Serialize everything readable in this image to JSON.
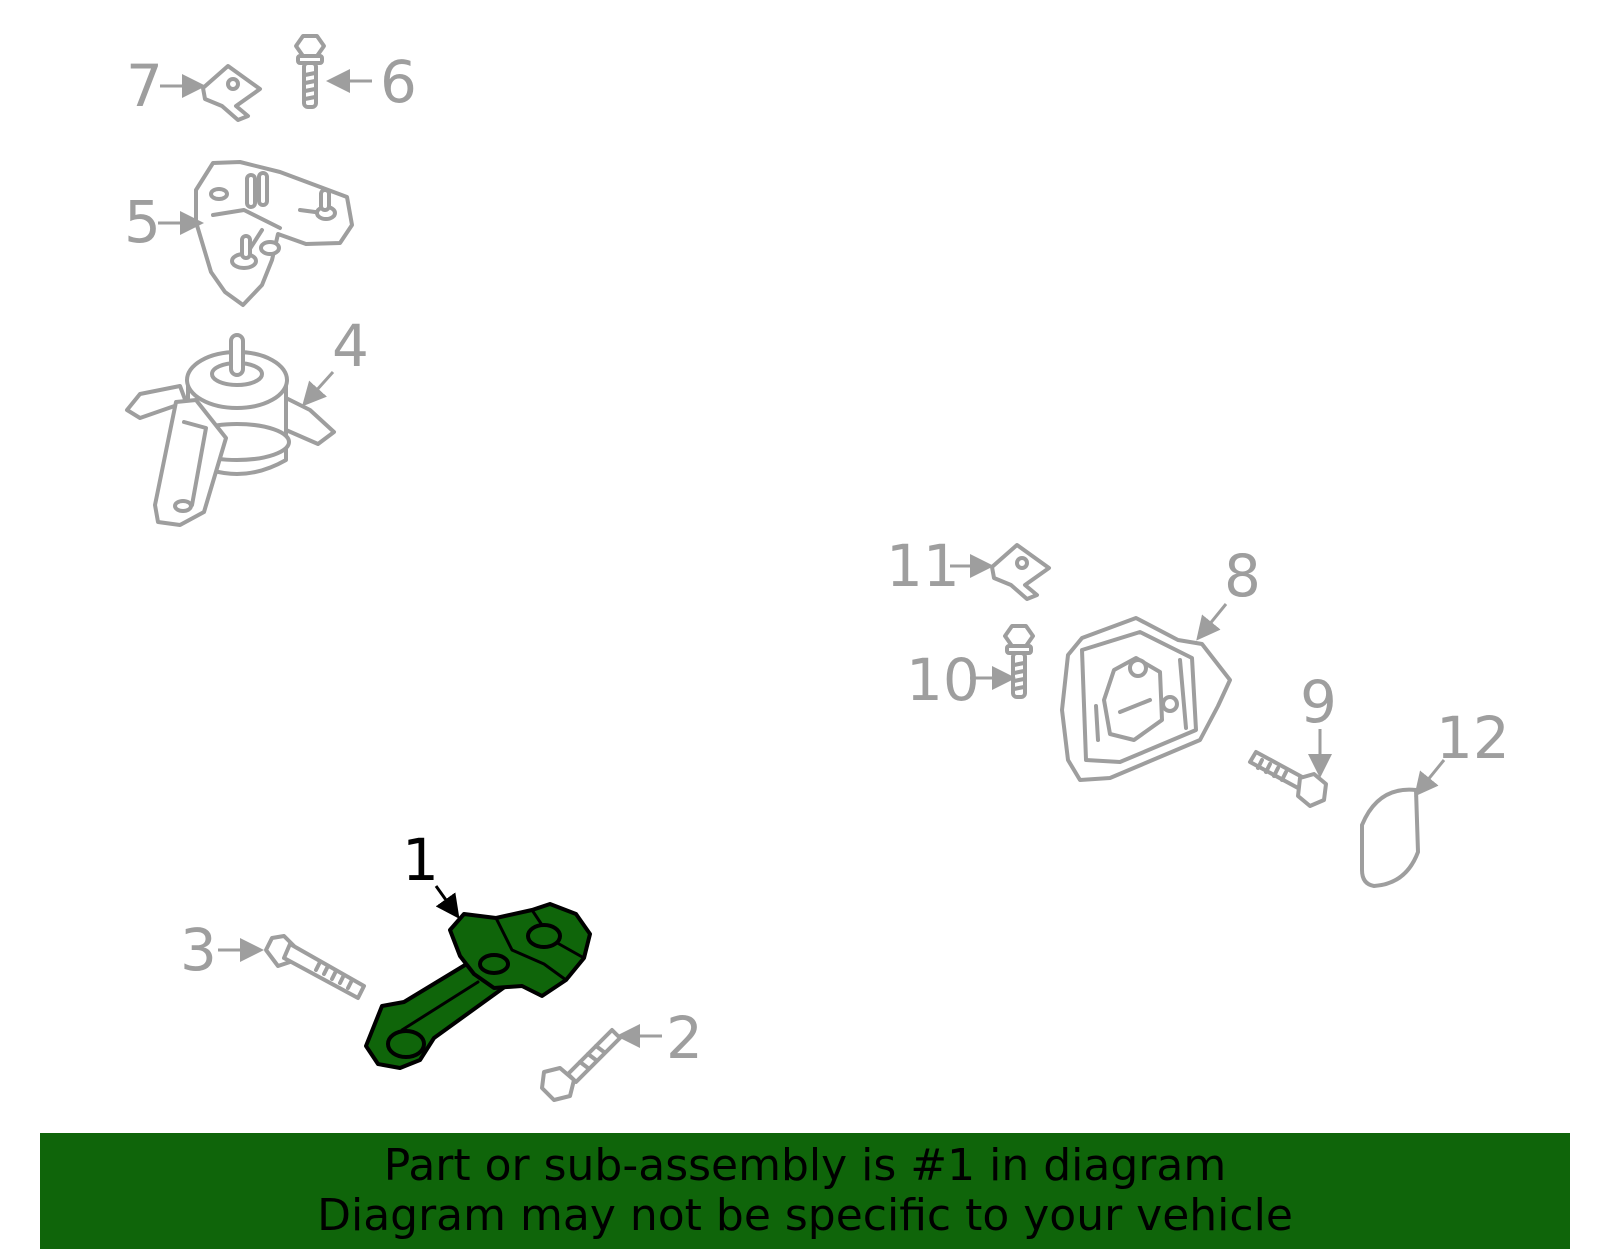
{
  "diagram": {
    "highlighted_part": "1",
    "colors": {
      "highlight": "#0f650a",
      "highlight_label": "#000000",
      "part_line": "#9e9e9e",
      "banner_background": "#0f650a",
      "banner_text": "#000000",
      "background": "#ffffff"
    },
    "callouts": [
      {
        "id": "1",
        "label": "1",
        "highlighted": true
      },
      {
        "id": "2",
        "label": "2",
        "highlighted": false
      },
      {
        "id": "3",
        "label": "3",
        "highlighted": false
      },
      {
        "id": "4",
        "label": "4",
        "highlighted": false
      },
      {
        "id": "5",
        "label": "5",
        "highlighted": false
      },
      {
        "id": "6",
        "label": "6",
        "highlighted": false
      },
      {
        "id": "7",
        "label": "7",
        "highlighted": false
      },
      {
        "id": "8",
        "label": "8",
        "highlighted": false
      },
      {
        "id": "9",
        "label": "9",
        "highlighted": false
      },
      {
        "id": "10",
        "label": "10",
        "highlighted": false
      },
      {
        "id": "11",
        "label": "11",
        "highlighted": false
      },
      {
        "id": "12",
        "label": "12",
        "highlighted": false
      }
    ]
  },
  "banner": {
    "line1": "Part or sub-assembly is #1 in diagram",
    "line2": "Diagram may not be specific to your vehicle"
  }
}
